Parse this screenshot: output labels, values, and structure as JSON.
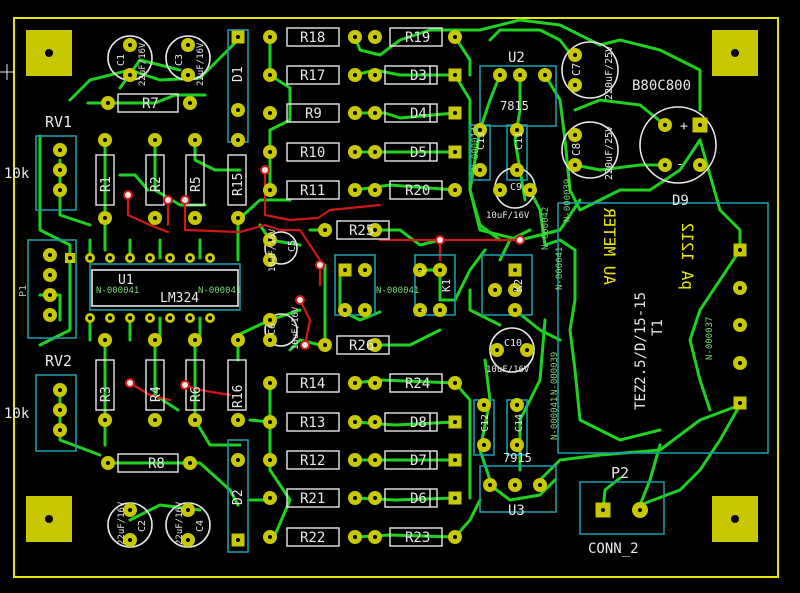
{
  "colors": {
    "background": "#000000",
    "board_outline": "#e8e800",
    "copper_bottom": "#1fd21f",
    "copper_top": "#d01818",
    "pad": "#c8c800",
    "silkscreen": "#e8e8e8",
    "courtyard": "#1a9aa8",
    "net_label": "#7ad87a",
    "gray_text": "#b8b8b8"
  },
  "refs": {
    "R18": "R18",
    "R17": "R17",
    "R9": "R9",
    "R10": "R10",
    "R11": "R11",
    "R25": "R25",
    "R19": "R19",
    "R20": "R20",
    "R26": "R26",
    "R14": "R14",
    "R13": "R13",
    "R12": "R12",
    "R21": "R21",
    "R22": "R22",
    "R24": "R24",
    "R23": "R23",
    "R7": "R7",
    "R8": "R8",
    "R1": "R1",
    "R2": "R2",
    "R5": "R5",
    "R15": "R15",
    "R3": "R3",
    "R4": "R4",
    "R6": "R6",
    "R16": "R16",
    "D1": "D1",
    "D2": "D2",
    "D3": "D3",
    "D4": "D4",
    "D5": "D5",
    "D6": "D6",
    "D7": "D7",
    "D8": "D8",
    "D9": "D9",
    "C1": "C1",
    "C3": "C3",
    "C2": "C2",
    "C4": "C4",
    "C5": "C5",
    "C6": "C6",
    "C7": "C7",
    "C8": "C8",
    "C9": "C9",
    "C10": "C10",
    "C11": "C11",
    "C12": "C12",
    "C13": "C13",
    "C14": "C14",
    "U1": "U1",
    "U2": "U2",
    "U3": "U3",
    "T1": "T1",
    "K1": "K1",
    "K2": "K2",
    "RV1": "RV1",
    "RV2": "RV2",
    "P1": "P1",
    "P2": "P2"
  },
  "values": {
    "cap_22uF": "22uF/16V",
    "cap_10uF": "10uF/16V",
    "cap_220uF": "220uF/25V",
    "pot_10k": "10k",
    "lm324": "LM324",
    "reg_pos": "7815",
    "reg_neg": "7915",
    "bridge": "B80C800",
    "transformer": "TEZ2.5/D/15-15",
    "conn2": "CONN_2",
    "mirror_text_1": "AU METER",
    "mirror_text_2": "pA 1212"
  },
  "nets": {
    "n41a": "N-000041",
    "n41b": "N-000041",
    "n41c": "N-000041",
    "n41d": "N-000041",
    "n14": "N-000014",
    "n42": "N-000042",
    "n39a": "N-000039",
    "n39b": "N-000039",
    "n37": "N-000037",
    "plus": "+",
    "minus": "-"
  }
}
